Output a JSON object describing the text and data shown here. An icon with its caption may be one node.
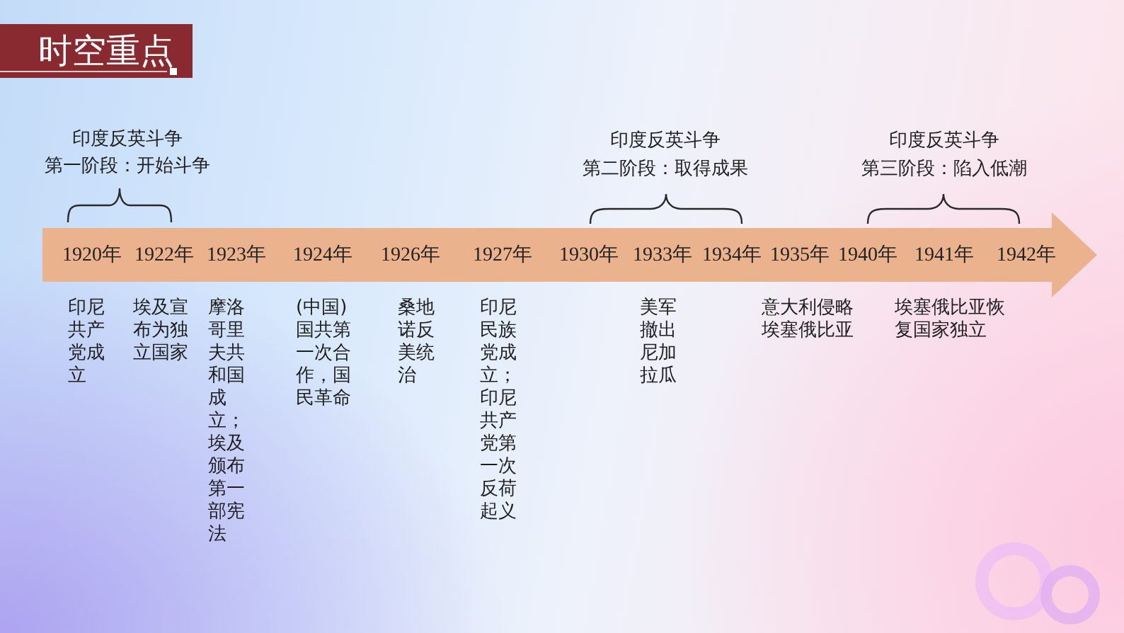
{
  "diagram": {
    "title": "时空重点",
    "nodes": [
      {
        "text": [
          "1920年",
          "1922年",
          "1923年",
          "1924年",
          "1926年",
          "1927年",
          "1930年",
          "1933年",
          "1934年",
          "1935年",
          "1940年",
          "1941年",
          "1942年"
        ]
      }
    ],
    "labels": [
      "印度反英斗争",
      "第一阶段：开始斗争",
      "印度反英斗争",
      "第二阶段：取得成果",
      "印度反英斗争",
      "第三阶段：陷入低潮",
      "印尼共产党成立",
      "埃及宣布为独立国家",
      "摩洛哥里夫共和国成立；埃及颁布第一部宪法",
      "(中国)国共第一次合作，国民革命",
      "桑地诺反美统治",
      "印尼民族党成立；印尼共产党第一次反荷起义",
      "美军撤出尼加拉瓜",
      "意大利侵略埃塞俄比亚",
      "埃塞俄比亚恢复国家独立"
    ]
  }
}
